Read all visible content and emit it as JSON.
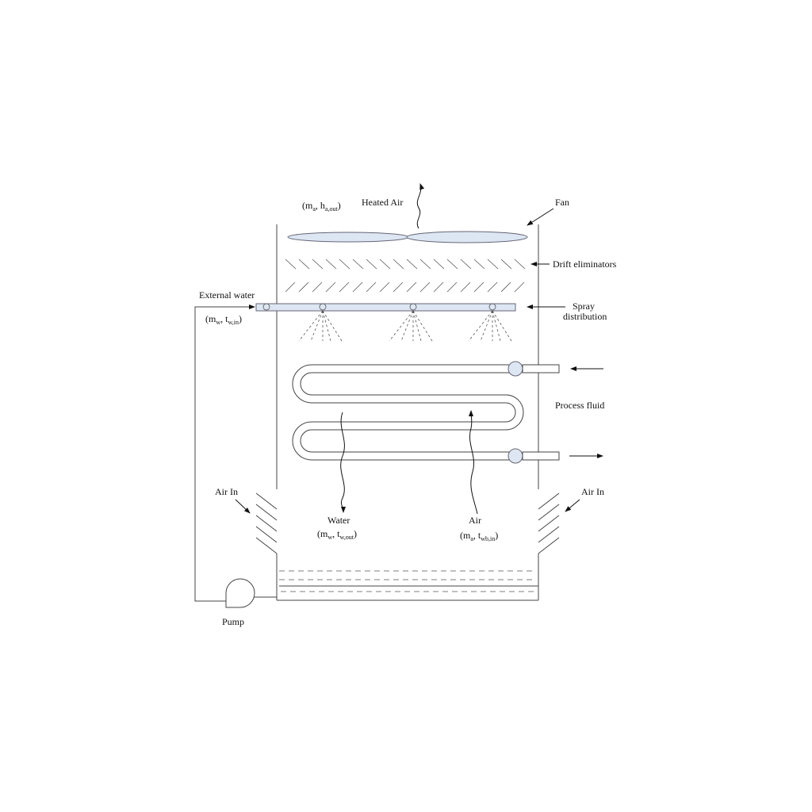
{
  "labels": {
    "heated_air": "Heated Air",
    "air_out_m": "m",
    "air_out_m_sub": "a",
    "air_out_h": "h",
    "air_out_h_sub": "a,out",
    "fan": "Fan",
    "drift_eliminators": "Drift eliminators",
    "external_water": "External water",
    "water_in_m": "m",
    "water_in_m_sub": "w",
    "water_in_t": "t",
    "water_in_t_sub": "w,in",
    "spray_line1": "Spray",
    "spray_line2": "distribution",
    "process_fluid": "Process fluid",
    "air_in_left": "Air In",
    "air_in_right": "Air In",
    "water": "Water",
    "water_out_m": "m",
    "water_out_m_sub": "w",
    "water_out_t": "t",
    "water_out_t_sub": "w,out",
    "air": "Air",
    "air_in_m": "m",
    "air_in_m_sub": "a",
    "air_in_t": "t",
    "air_in_t_sub": "wb,in",
    "pump": "Pump"
  },
  "colors": {
    "component_fill": "#dde7f3",
    "line": "#444444"
  },
  "icons": [
    "fan-icon",
    "nozzle-icon",
    "pump-icon",
    "arrow-icon"
  ]
}
